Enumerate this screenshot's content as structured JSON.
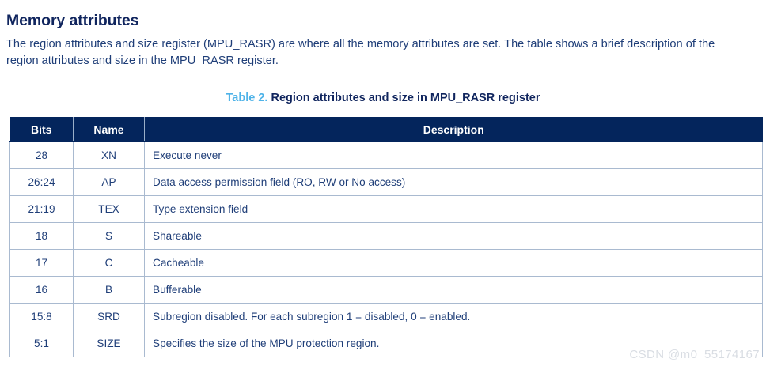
{
  "document": {
    "section_title": "Memory attributes",
    "intro_paragraph": "The region attributes and size register (MPU_RASR) are where all the memory attributes are set. The table shows a brief description of the region attributes and size in the MPU_RASR register."
  },
  "table_caption": {
    "label": "Table 2.",
    "text": "Region attributes and size in MPU_RASR register"
  },
  "table": {
    "headers": [
      "Bits",
      "Name",
      "Description"
    ],
    "rows": [
      {
        "bits": "28",
        "name": "XN",
        "description": "Execute never"
      },
      {
        "bits": "26:24",
        "name": "AP",
        "description": "Data access permission field (RO, RW or No access)"
      },
      {
        "bits": "21:19",
        "name": "TEX",
        "description": "Type extension field"
      },
      {
        "bits": "18",
        "name": "S",
        "description": "Shareable"
      },
      {
        "bits": "17",
        "name": "C",
        "description": "Cacheable"
      },
      {
        "bits": "16",
        "name": "B",
        "description": "Bufferable"
      },
      {
        "bits": "15:8",
        "name": "SRD",
        "description": "Subregion disabled. For each subregion 1 = disabled, 0 = enabled."
      },
      {
        "bits": "5:1",
        "name": "SIZE",
        "description": "Specifies the size of the MPU protection region."
      }
    ]
  },
  "watermark": {
    "text": "CSDN @m0_55174167"
  },
  "colors": {
    "header_navy": "#04255C",
    "body_text": "#1F3E78",
    "caption_accent": "#4FB3E8",
    "title_navy": "#10255E",
    "table_border": "#A9BAD0",
    "watermark": "#D9DDE3"
  }
}
